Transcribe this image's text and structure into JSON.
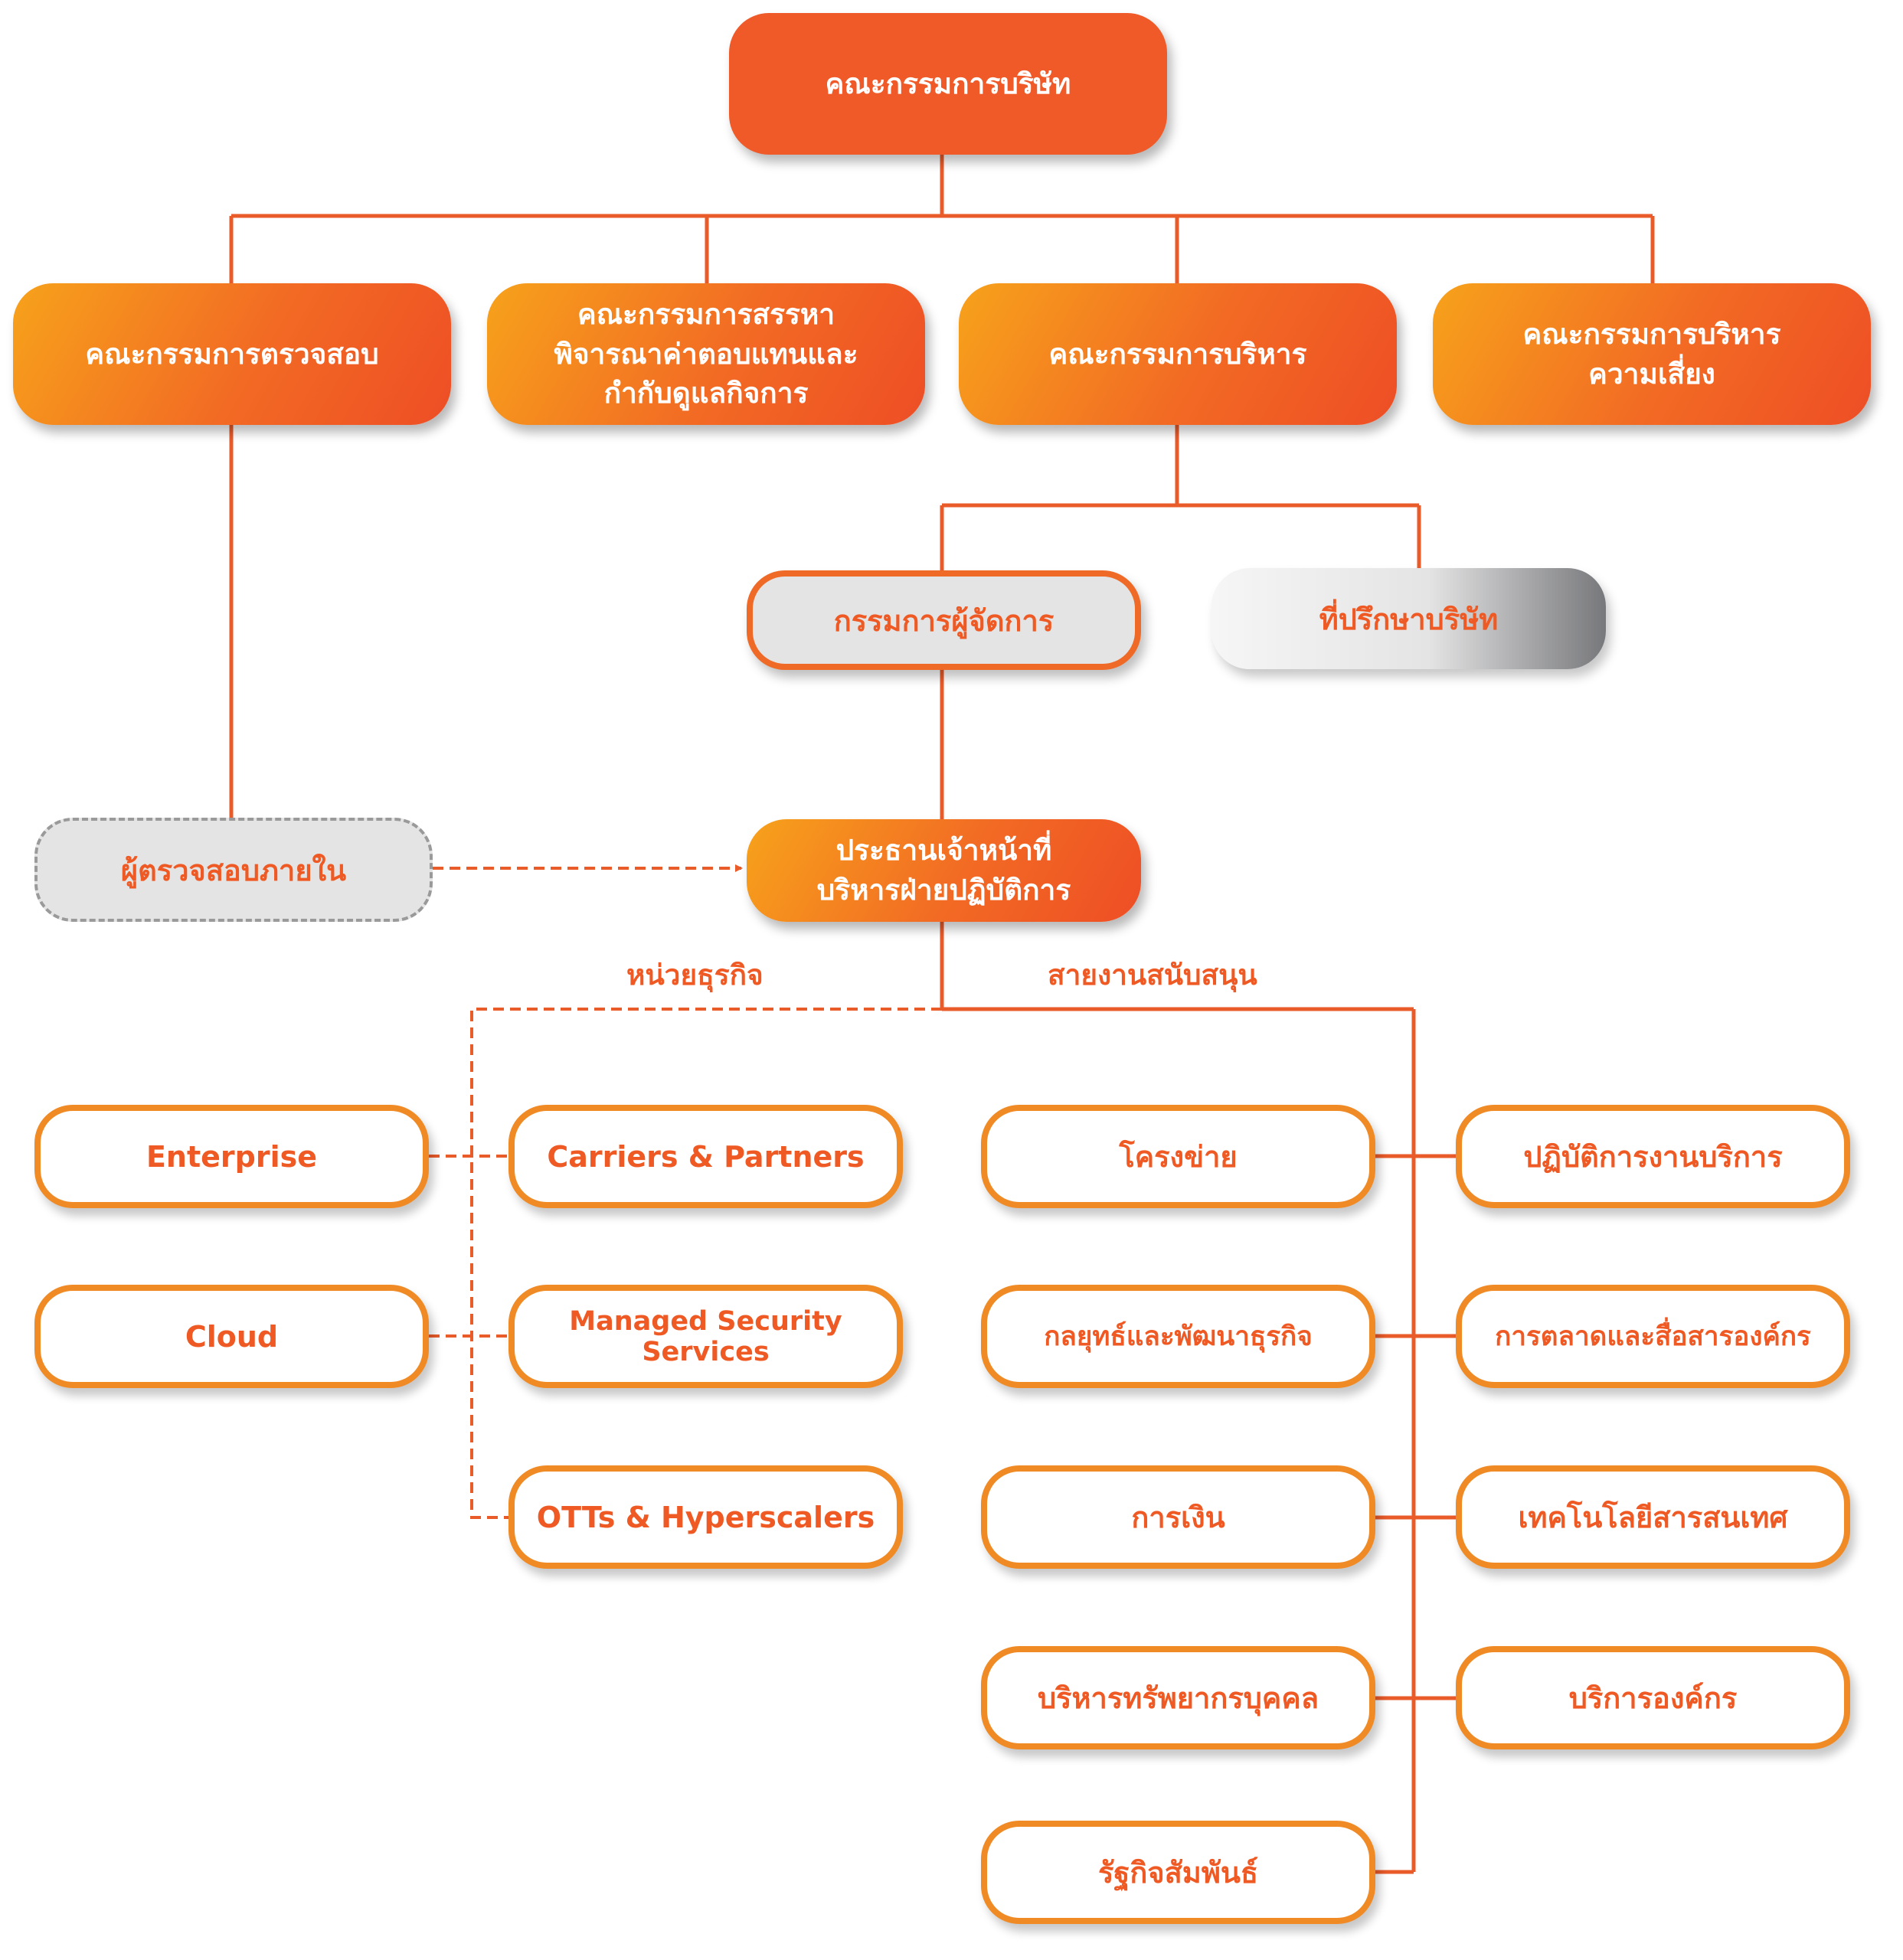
{
  "colors": {
    "orange": "#ef5a24",
    "orange_light": "#f7a21b",
    "connector": "#ea5b2a",
    "grey": "#e4e4e4",
    "grey_dark": "#77787b"
  },
  "board": "คณะกรรมการบริษัท",
  "committees": [
    "คณะกรรมการตรวจสอบ",
    "คณะกรรมการสรรหา\nพิจารณาค่าตอบแทนและ\nกำกับดูแลกิจการ",
    "คณะกรรมการบริหาร",
    "คณะกรรมการบริหาร\nความเสี่ยง"
  ],
  "managing_director": "กรรมการผู้จัดการ",
  "advisor": "ที่ปรึกษาบริษัท",
  "internal_auditor": "ผู้ตรวจสอบภายใน",
  "coo": "ประธานเจ้าหน้าที่\nบริหารฝ่ายปฏิบัติการ",
  "labels": {
    "business_units": "หน่วยธุรกิจ",
    "support_functions": "สายงานสนับสนุน"
  },
  "business_units": {
    "left": [
      "Enterprise",
      "Cloud"
    ],
    "right": [
      "Carriers & Partners",
      "Managed Security Services",
      "OTTs & Hyperscalers"
    ]
  },
  "support_functions": {
    "left": [
      "โครงข่าย",
      "กลยุทธ์และพัฒนาธุรกิจ",
      "การเงิน",
      "บริหารทรัพยากรบุคคล",
      "รัฐกิจสัมพันธ์"
    ],
    "right": [
      "ปฏิบัติการงานบริการ",
      "การตลาดและสื่อสารองค์กร",
      "เทคโนโลยีสารสนเทศ",
      "บริการองค์กร"
    ]
  }
}
